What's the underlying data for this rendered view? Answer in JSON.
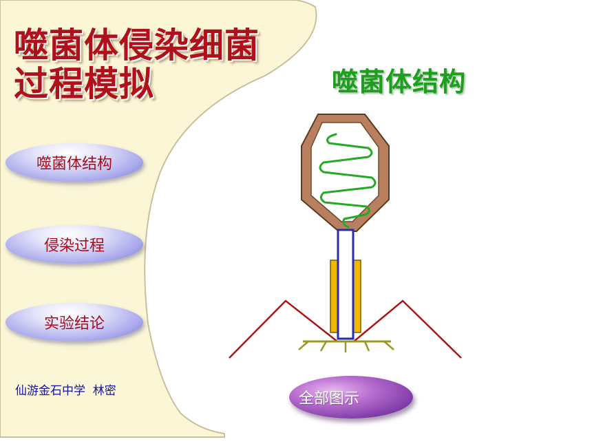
{
  "title": {
    "line1": "噬菌体侵染细菌",
    "line2": "过程模拟"
  },
  "nav": {
    "structure_label": "噬菌体结构",
    "infection_label": "侵染过程",
    "conclusion_label": "实验结论"
  },
  "author": "仙游金石中学  林密",
  "section_heading": "噬菌体结构",
  "show_all_label": "全部图示",
  "colors": {
    "sidebar": "#fbf6d6",
    "sidebar_border": "#c8c09a",
    "title": "#b0101a",
    "heading": "#1e9e1e",
    "capsid": "#b88060",
    "dna": "#22aa22",
    "tail_core": "#2a2ab0",
    "tail_sheath": "#f0b800",
    "tail_fibers": "#aa1414",
    "base_plate": "#999922",
    "show_all_button": "#8a40b0"
  }
}
